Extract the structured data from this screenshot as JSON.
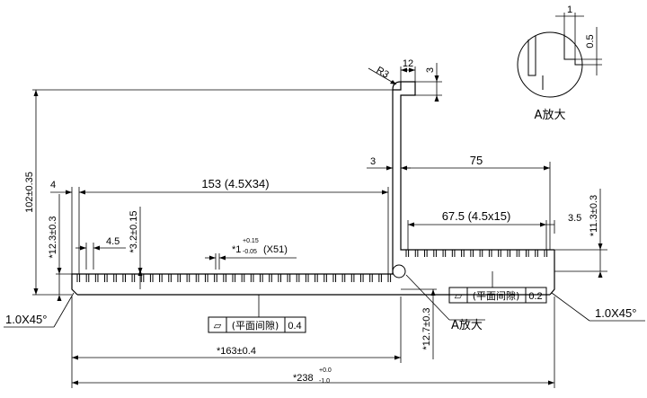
{
  "dimensions": {
    "overall_height": "102±0.35",
    "left_fin_height": "*12.3±0.3",
    "left_offset": "4",
    "left_fins_span": "153 (4.5X34)",
    "fin_depth": "*3.2±0.15",
    "pitch": "4.5",
    "fin_width_main": "*1",
    "fin_width_sup": "+0.15",
    "fin_width_sub": "-0.05",
    "fin_width_count": "(X51)",
    "rib_gap": "3",
    "right_width": "75",
    "right_fins_span": "67.5 (4.5x15)",
    "right_end": "3.5",
    "right_fin_height": "*11.3±0.3",
    "top_tab_width": "12",
    "top_tab_height": "3",
    "radius": "R3",
    "left_length": "*163±0.4",
    "base_thickness": "*12.7±0.3",
    "total_length_main": "*238",
    "total_length_sup": "+0.0",
    "total_length_sub": "-1.0",
    "chamfer_left": "1.0X45°",
    "chamfer_right": "1.0X45°"
  },
  "flatness_left": {
    "symbol": "▱",
    "label": "(平面间隙)",
    "value": "0.4"
  },
  "flatness_right": {
    "symbol": "▱",
    "label": "(平面间隙)",
    "value": "0.2"
  },
  "detail": {
    "label": "A放大",
    "callout": "A放大",
    "width": "1",
    "depth": "0.5"
  }
}
